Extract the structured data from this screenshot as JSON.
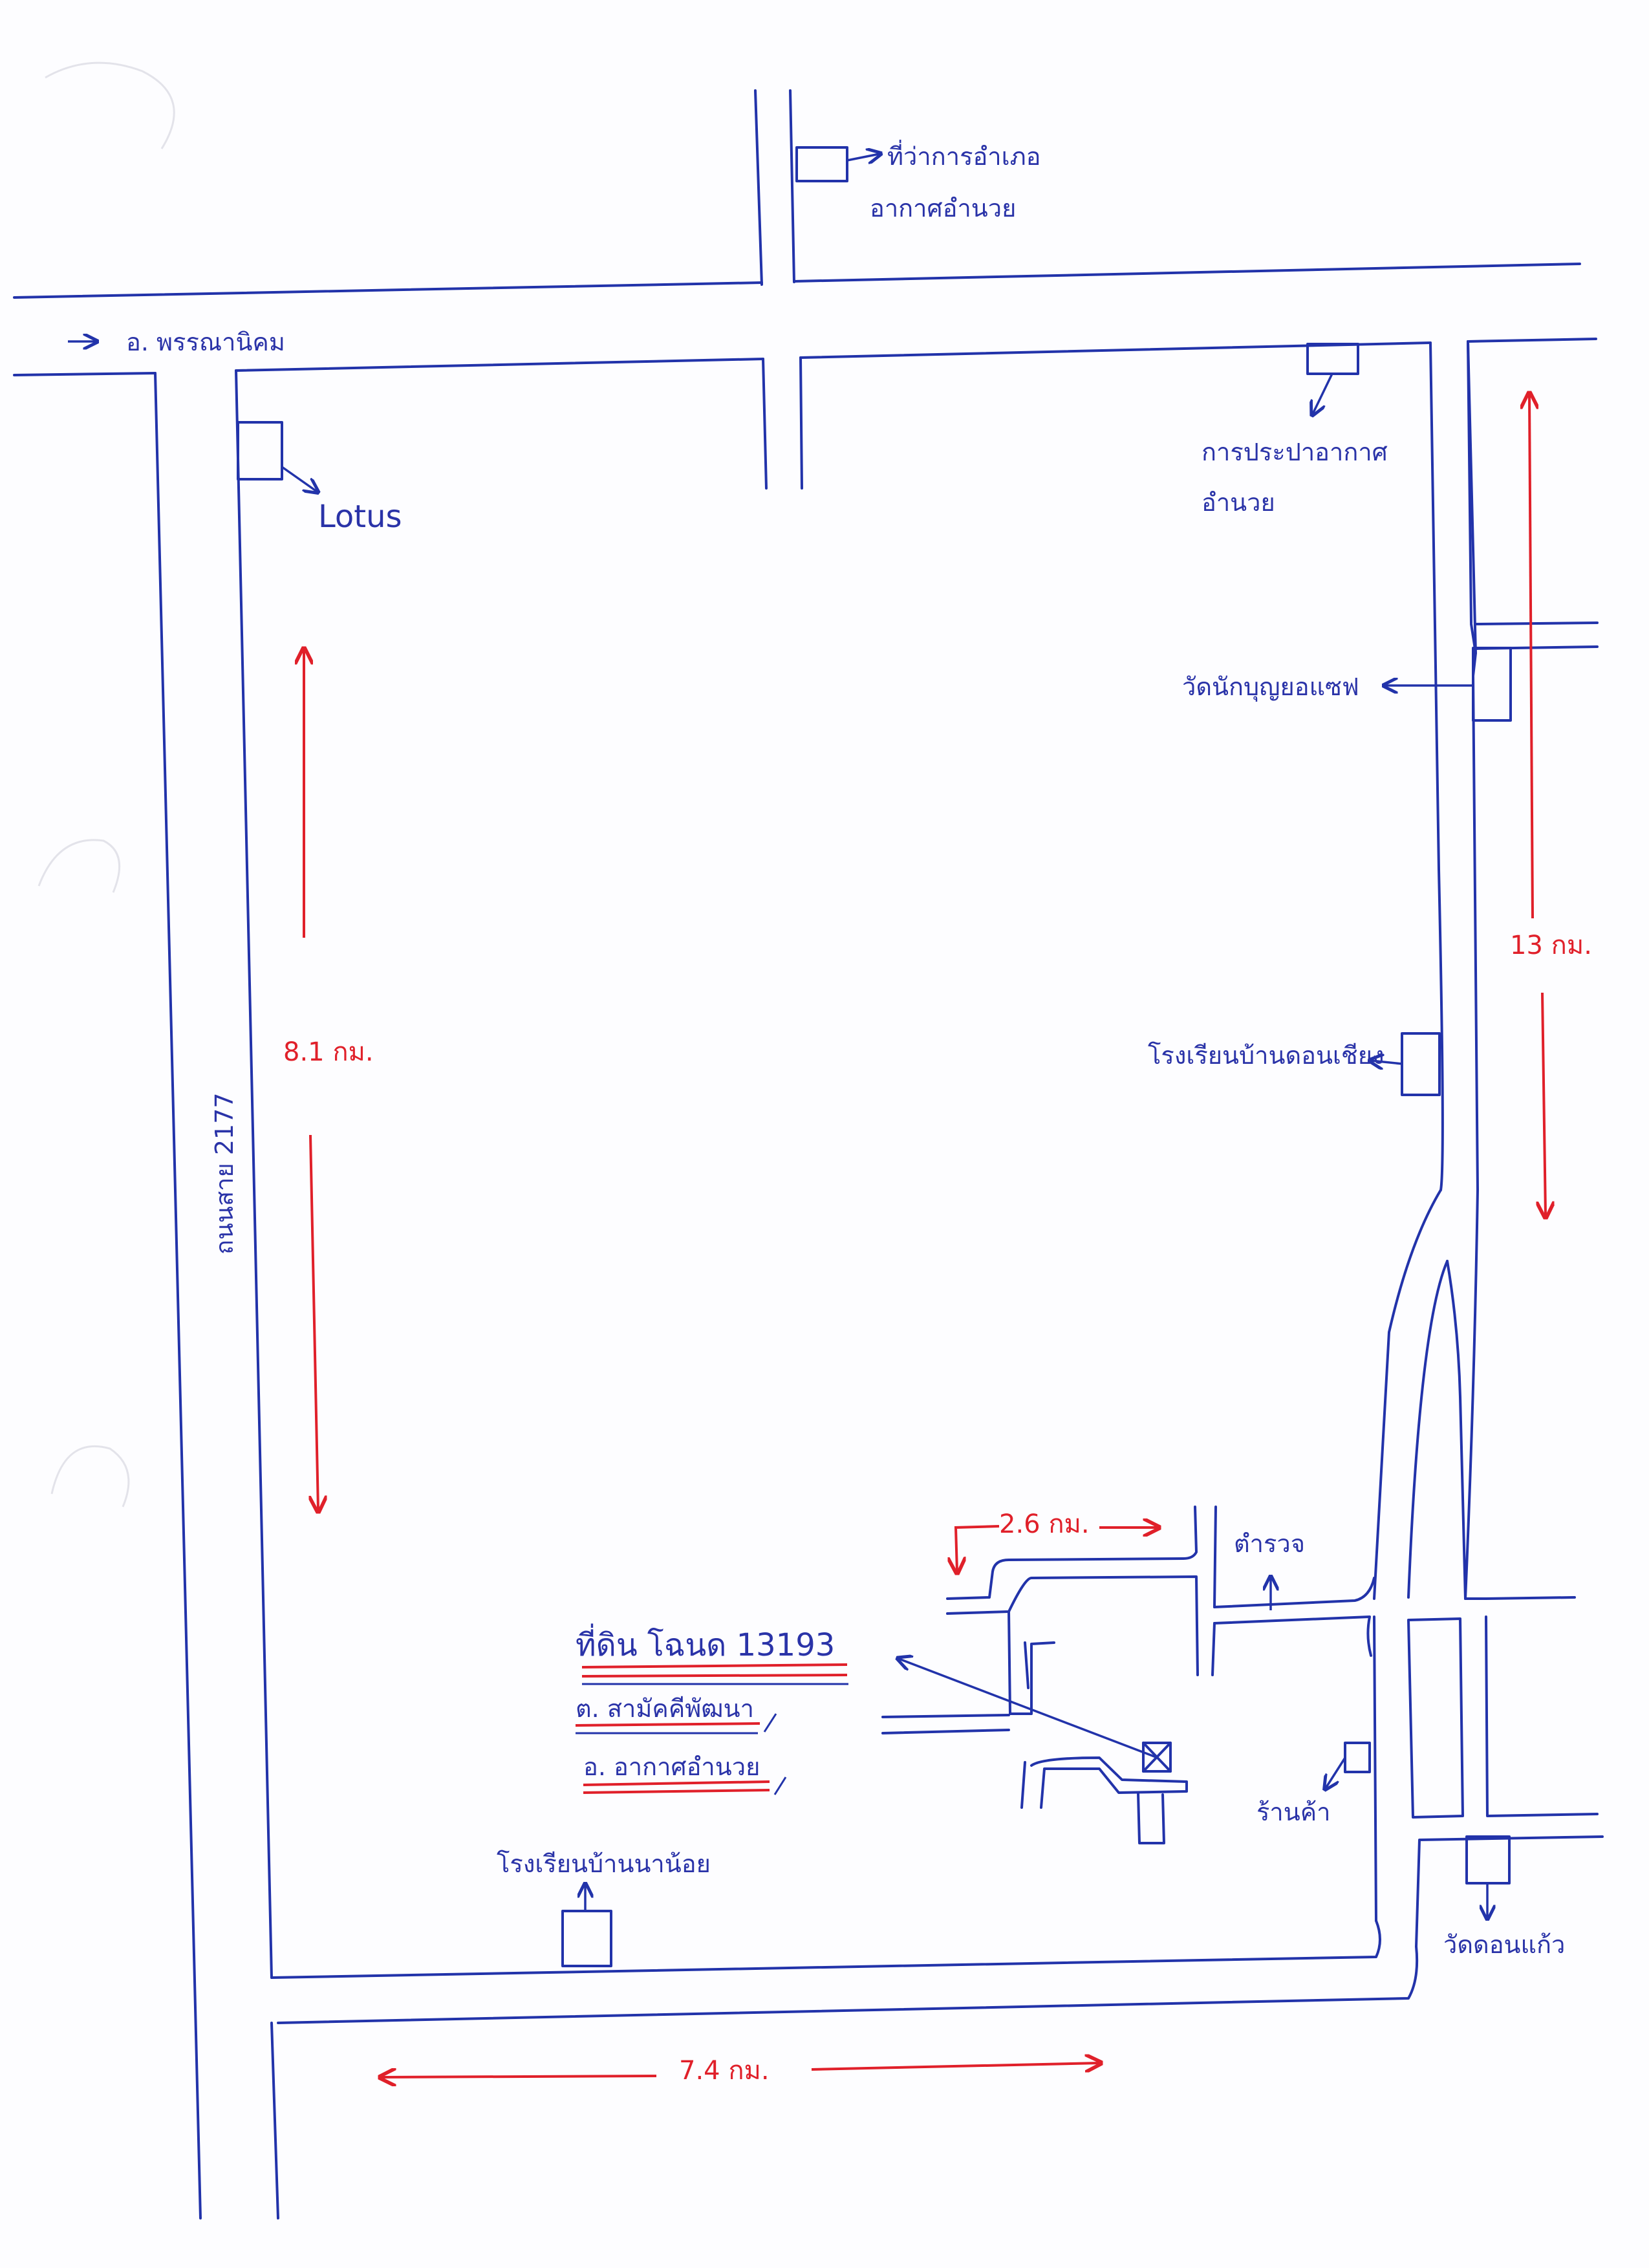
{
  "colors": {
    "ink_blue": "#2233aa",
    "ink_red": "#e0202a",
    "paper": "#fdfdff"
  },
  "labels": {
    "district_office": "ที่ว่าการอำเภอ",
    "district_office_sub": "อากาศอำนวย",
    "phanna_direction": "อ. พรรณานิคม",
    "lotus": "Lotus",
    "water_supply": "การประปาอากาศ",
    "water_supply_sub": "อำนวย",
    "temple_1": "วัดนักบุญยอแซฟ",
    "school_1": "โรงเรียนบ้านดอนเชียง",
    "road_2177": "ถนนสาย 2177",
    "police": "ตำรวจ",
    "shop": "ร้านค้า",
    "school_2": "โรงเรียนบ้านนาน้อย",
    "temple_2": "วัดดอนแก้ว",
    "plot_title": "ที่ดิน โฉนด 13193",
    "plot_subdistrict": "ต. สามัคคีพัฒนา",
    "plot_district": "อ. อากาศอำนวย",
    "left_arrow": "←"
  },
  "distances": {
    "left": "8.1 กม.",
    "right": "13 กม.",
    "bottom": "7.4 กม.",
    "local": "2.6 กม."
  }
}
